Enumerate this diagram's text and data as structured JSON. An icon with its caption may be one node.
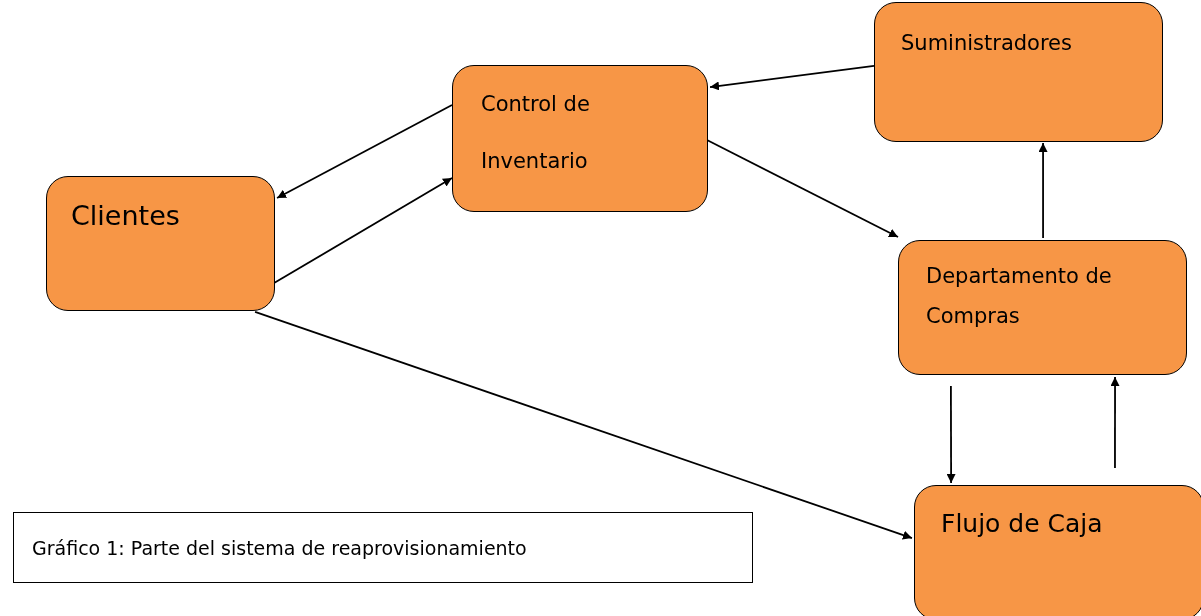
{
  "diagram": {
    "caption": "Gráfico 1: Parte del sistema de reaprovisionamiento",
    "nodes": [
      {
        "text": [
          "Suministradores"
        ]
      },
      {
        "text": [
          "Control de Inventario"
        ]
      },
      {
        "text": [
          "Clientes"
        ]
      },
      {
        "text": [
          "Departamento de Compras"
        ]
      },
      {
        "text": [
          "Flujo de Caja"
        ]
      }
    ],
    "edges": [
      {
        "from": 0,
        "to": 1,
        "arrow": "to"
      },
      {
        "from": 1,
        "to": 2,
        "arrow": "to"
      },
      {
        "from": 2,
        "to": 1,
        "arrow": "to"
      },
      {
        "from": 1,
        "to": 3,
        "arrow": "to"
      },
      {
        "from": 3,
        "to": 0,
        "arrow": "to"
      },
      {
        "from": 3,
        "to": 4,
        "arrow": "to"
      },
      {
        "from": 4,
        "to": 3,
        "arrow": "to"
      },
      {
        "from": 2,
        "to": 4,
        "arrow": "to"
      }
    ]
  }
}
